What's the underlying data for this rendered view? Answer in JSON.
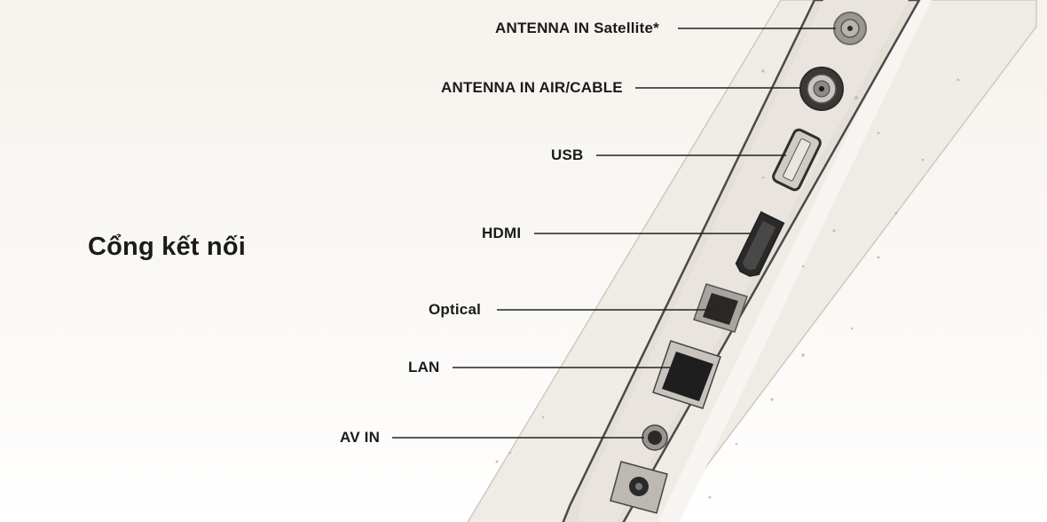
{
  "title": "Cổng kết nối",
  "ports": [
    {
      "id": "antenna-satellite",
      "label": "ANTENNA IN Satellite*"
    },
    {
      "id": "antenna-air-cable",
      "label": "ANTENNA IN AIR/CABLE"
    },
    {
      "id": "usb",
      "label": "USB"
    },
    {
      "id": "hdmi",
      "label": "HDMI"
    },
    {
      "id": "optical",
      "label": "Optical"
    },
    {
      "id": "lan",
      "label": "LAN"
    },
    {
      "id": "av-in",
      "label": "AV IN"
    }
  ],
  "colors": {
    "text": "#1b1b1b",
    "panel": "#ebe7e0",
    "panel_inner": "#e3ded6",
    "port_dark": "#1e1e1e",
    "leader_line": "#222222"
  }
}
